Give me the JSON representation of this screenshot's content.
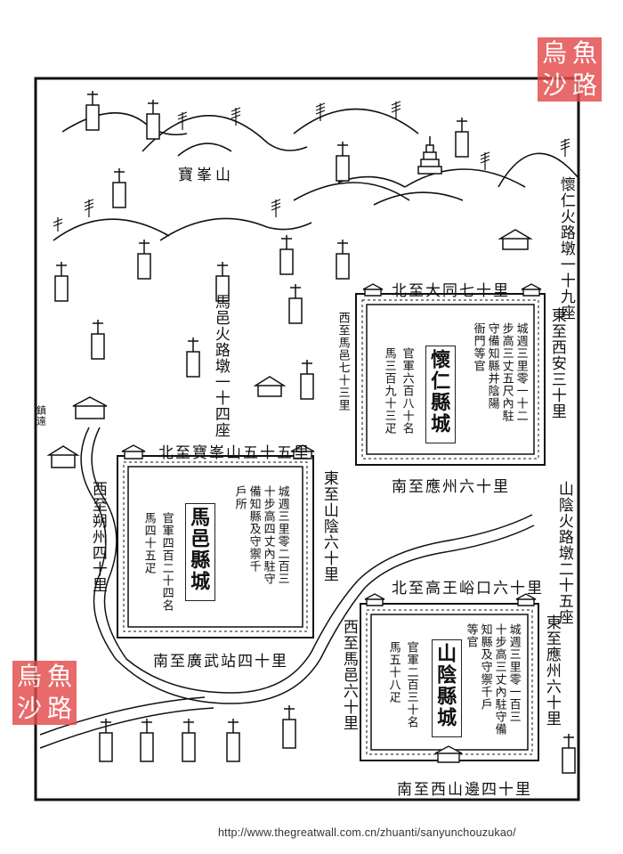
{
  "map": {
    "mountain_label": "寶峯山",
    "huairen": {
      "name": "懷仁縣城",
      "info": [
        "城週三里零一十二",
        "步高三丈五尺內駐",
        "守備知縣并陰陽",
        "衙門等官"
      ],
      "garrison": [
        "官軍六百八十名",
        "馬三百九十三疋"
      ],
      "north": "北至大同七十里",
      "east": "東至西安三十里",
      "south": "南至應州六十里",
      "west": "西至馬邑七十三里",
      "beacons": "懷仁火路墩一十九座"
    },
    "mayi": {
      "name": "馬邑縣城",
      "info": [
        "城週三里零二百三",
        "十步高四丈內駐守",
        "備知縣及守禦千",
        "戶所"
      ],
      "garrison": [
        "官軍四百二十四名",
        "馬四十五疋"
      ],
      "north": "北至寶峯山五十五里",
      "east": "東至山陰六十里",
      "south": "南至廣武站四十里",
      "west": "西至朔州四十里",
      "beacons": "馬邑火路墩一十四座"
    },
    "shanyin": {
      "name": "山陰縣城",
      "info": [
        "城週三里零一百三",
        "十步高三丈內駐守備",
        "知縣及守禦千戶",
        "等官"
      ],
      "garrison": [
        "官軍二百三十名",
        "馬五十八疋"
      ],
      "north": "北至高王峪口六十里",
      "east": "東至應州六十里",
      "south": "南至西山邊四十里",
      "west": "西至馬邑六十里",
      "beacons": "山陰火路墩二十五座"
    },
    "small_label": "鎮遠"
  },
  "seals": [
    {
      "chars": [
        "烏",
        "魚",
        "沙",
        "路"
      ],
      "color": "#e44a4a"
    },
    {
      "chars": [
        "烏",
        "魚",
        "沙",
        "路"
      ],
      "color": "#e44a4a"
    }
  ],
  "source_url": "http://www.thegreatwall.com.cn/zhuanti/sanyunchouzukao/"
}
